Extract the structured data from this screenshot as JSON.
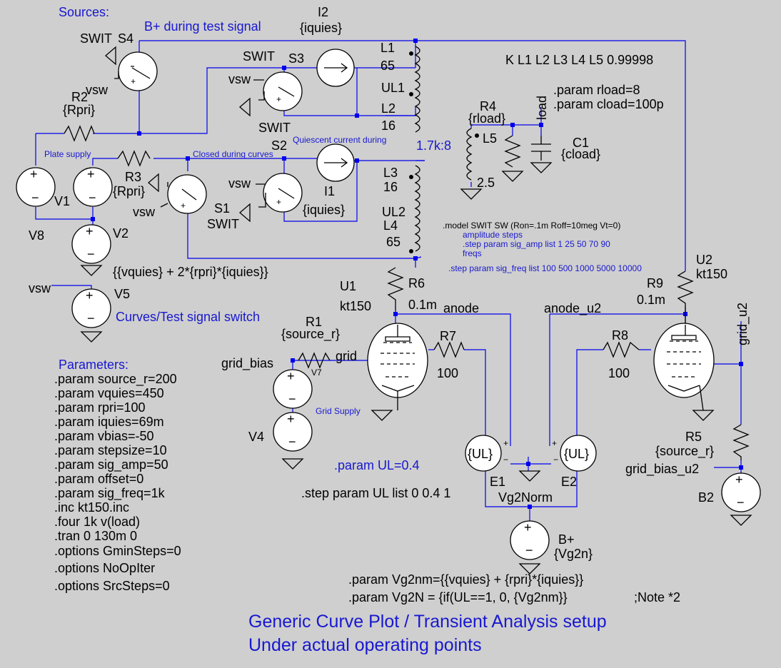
{
  "labels": {
    "sources": "Sources:",
    "bplus_test": "B+ during test signal",
    "plate_supply": "Plate supply",
    "closed_during_curves": "Closed during curves",
    "quiescent_during": "Quiescent current during",
    "curves_test_switch": "Curves/Test signal switch",
    "grid_supply": "Grid Supply",
    "ratio": "1.7k:8",
    "param_ul": ".param UL=0.4",
    "step_ul": ".step param UL list 0 0.4 1",
    "title1": "Generic Curve Plot / Transient Analysis setup",
    "title2": "Under actual operating points"
  },
  "components": {
    "S4": "S4",
    "S4_model": "SWIT",
    "S3": "S3",
    "S3_model": "SWIT",
    "S3_model2": "SWIT",
    "S2": "S2",
    "S1": "S1",
    "S1_model": "SWIT",
    "I2": "I2",
    "I2_val": "{iquies}",
    "I1": "I1",
    "I1_val": "{iquies}",
    "L1": "L1",
    "L1_val": "65",
    "UL1": "UL1",
    "L2": "L2",
    "L2_val": "16",
    "L3": "L3",
    "L3_val": "16",
    "UL2": "UL2",
    "L4": "L4",
    "L4_val": "65",
    "L5": "L5",
    "L5_val": "2.5",
    "R2": "R2",
    "R2_val": "{Rpri}",
    "R3": "R3",
    "R3_val": "{Rpri}",
    "R4": "R4",
    "R4_val": "{rload}",
    "C1": "C1",
    "C1_val": "{cload}",
    "load": "load",
    "V1": "V1",
    "V8": "V8",
    "V2": "V2",
    "V2_val": "{{vquies} + 2*{rpri}*{iquies}}",
    "V5": "V5",
    "vsw": "vsw",
    "R6": "R6",
    "R6_val": "0.1m",
    "R9": "R9",
    "R9_val": "0.1m",
    "U1": "U1",
    "U1_val": "kt150",
    "U2": "U2",
    "U2_val": "kt150",
    "R1": "R1",
    "R1_val": "{source_r}",
    "R7": "R7",
    "R7_val": "100",
    "R8": "R8",
    "R8_val": "100",
    "R5": "R5",
    "R5_val": "{source_r}",
    "V4": "V4",
    "V7": "V7",
    "B2": "B2",
    "E1": "E1",
    "E2": "E2",
    "E_val": "{UL}",
    "Bplus": "B+",
    "Bplus_val": "{Vg2n}",
    "plus": "+",
    "minus": "-"
  },
  "nets": {
    "anode": "anode",
    "anode_u2": "anode_u2",
    "grid": "grid",
    "grid_bias": "grid_bias",
    "grid_u2": "grid_u2",
    "grid_bias_u2": "grid_bias_u2",
    "vg2norm": "Vg2Norm"
  },
  "directives": {
    "k": "K L1 L2 L3 L4 L5 0.99998",
    "rload": ".param rload=8",
    "cload": ".param cload=100p",
    "model": ".model SWIT SW (Ron=.1m Roff=10meg Vt=0)",
    "amp_steps": "amplitude steps",
    "step_amp": ".step param sig_amp list 1 25 50 70 90",
    "freqs": "freqs",
    "step_freq": ".step param sig_freq list 100 500 1000 5000 10000",
    "vg2nm": ".param Vg2nm={{vquies} + {rpri}*{iquies}}",
    "vg2n": ".param Vg2N = {if(UL==1, 0, {Vg2nm}}",
    "note": ";Note *2"
  },
  "parameters": {
    "title": "Parameters:",
    "lines": [
      ".param source_r=200",
      ".param vquies=450",
      ".param rpri=100",
      ".param iquies=69m",
      ".param vbias=-50",
      ".param stepsize=10",
      ".param sig_amp=50",
      ".param offset=0",
      ".param sig_freq=1k",
      ".inc kt150.inc",
      ".four 1k v(load)",
      ".tran 0 130m 0",
      ".options GminSteps=0",
      ".options NoOpIter",
      ".options SrcSteps=0"
    ]
  }
}
